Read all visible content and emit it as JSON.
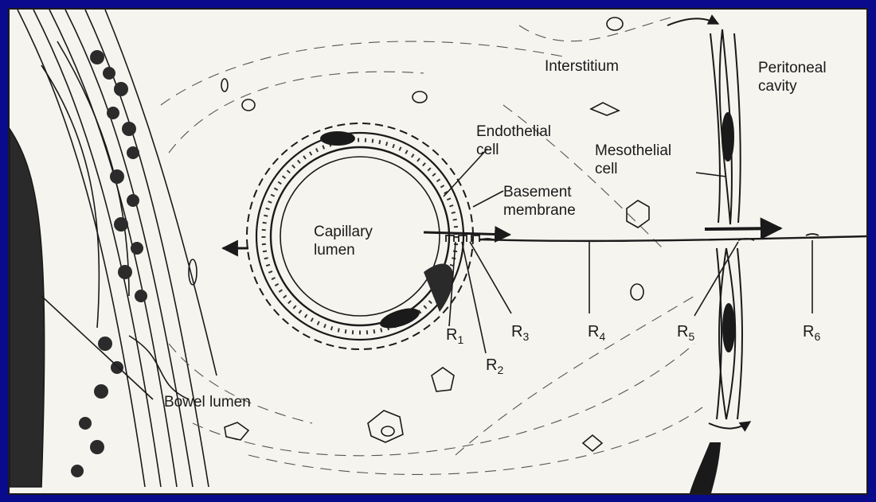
{
  "colors": {
    "background": "#0a0a8c",
    "panel": "#f6f4ef",
    "ink": "#1a1a1a"
  },
  "labels": {
    "interstitium": "Interstitium",
    "peritoneal_cavity": "Peritoneal\ncavity",
    "endothelial_cell": "Endothelial\ncell",
    "mesothelial_cell": "Mesothelial\ncell",
    "basement_membrane": "Basement\nmembrane",
    "capillary_lumen": "Capillary\nlumen",
    "bowel_lumen": "Bowel lumen"
  },
  "resistances": [
    {
      "letter": "R",
      "index": "1"
    },
    {
      "letter": "R",
      "index": "2"
    },
    {
      "letter": "R",
      "index": "3"
    },
    {
      "letter": "R",
      "index": "4"
    },
    {
      "letter": "R",
      "index": "5"
    },
    {
      "letter": "R",
      "index": "6"
    }
  ]
}
